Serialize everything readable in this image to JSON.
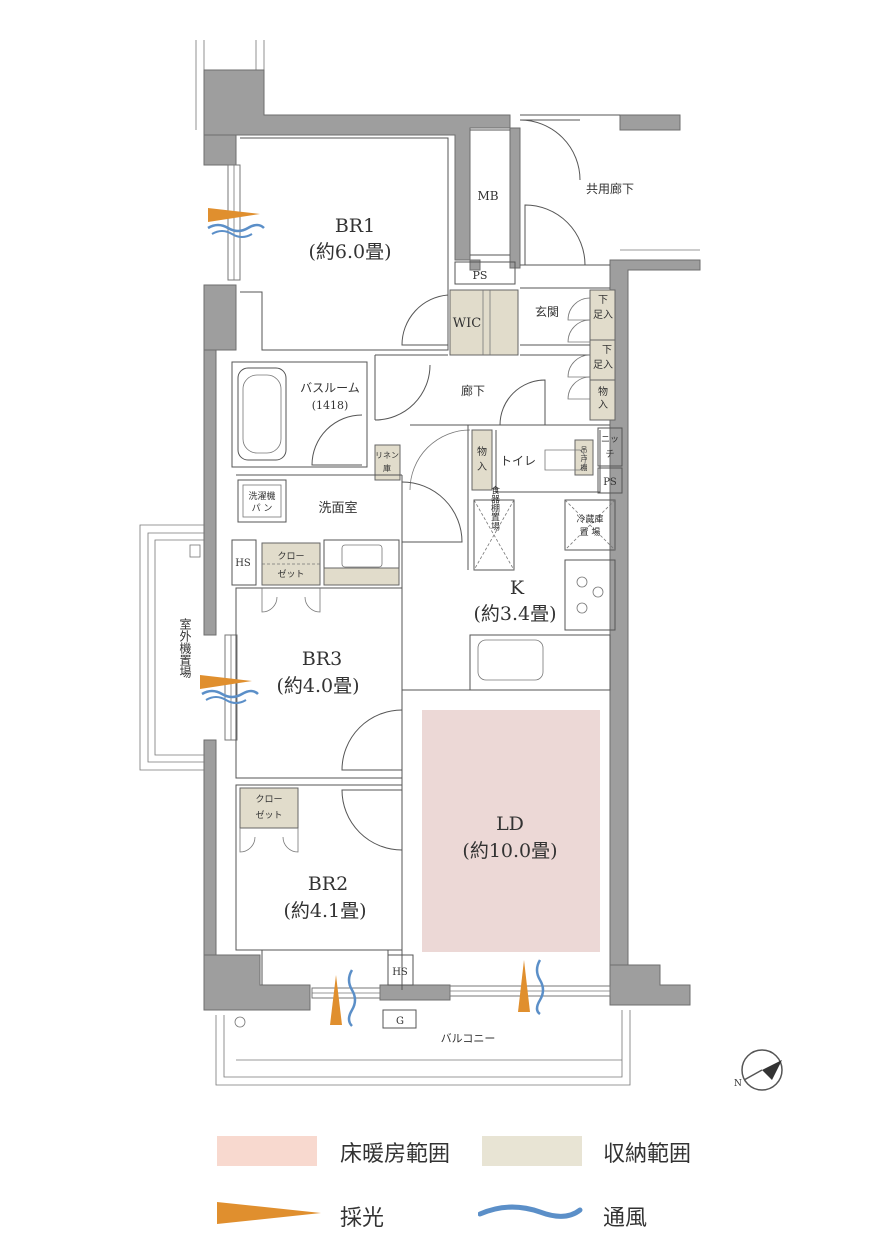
{
  "rooms": {
    "br1": {
      "name": "BR1",
      "size": "(約6.0畳)"
    },
    "br2": {
      "name": "BR2",
      "size": "(約4.1畳)"
    },
    "br3": {
      "name": "BR3",
      "size": "(約4.0畳)"
    },
    "ld": {
      "name": "LD",
      "size": "(約10.0畳)"
    },
    "k": {
      "name": "K",
      "size": "(約3.4畳)"
    }
  },
  "labels": {
    "mb": "MB",
    "corridor_common": "共用廊下",
    "ps_top": "PS",
    "ps_right": "PS",
    "wic": "WIC",
    "entrance": "玄関",
    "shoe1": [
      "下",
      "足入"
    ],
    "shoe2": [
      "下",
      "足入"
    ],
    "storage_entry": [
      "物",
      "入"
    ],
    "bathroom": "バスルーム",
    "bathroom_size": "(1418)",
    "hallway": "廊下",
    "linen": [
      "リネン",
      "庫"
    ],
    "storage_hall": [
      "物",
      "入"
    ],
    "toilet": "トイレ",
    "niche": [
      "ニッ",
      "チ"
    ],
    "cabinet": [
      "吊",
      "戸",
      "棚"
    ],
    "washer": [
      "洗濯機",
      "パ ン"
    ],
    "washroom": "洗面室",
    "hs_left": "HS",
    "hs_bottom": "HS",
    "closet3": [
      "クロー",
      "ゼット"
    ],
    "closet2": [
      "クロー",
      "ゼット"
    ],
    "dish": "食器棚置場",
    "fridge": [
      "冷蔵庫",
      "置 場"
    ],
    "outdoor_unit": "室外機置場",
    "balcony": "バルコニー",
    "g": "G"
  },
  "legend": {
    "floor_heating": "床暖房範囲",
    "storage": "収納範囲",
    "light": "採光",
    "wind": "通風"
  },
  "colors": {
    "floor_heating": "#ecd8d6",
    "floor_heating_legend": "#f8d9cf",
    "storage": "#e1dccb",
    "storage_legend": "#e8e4d4",
    "light": "#e08f2e",
    "wind": "#5b8fc8",
    "wall": "#9e9e9e"
  }
}
